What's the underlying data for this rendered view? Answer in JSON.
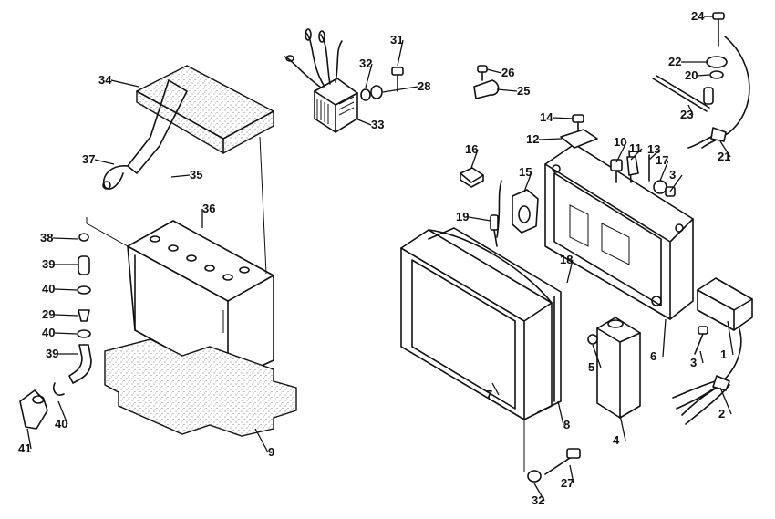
{
  "callouts": [
    {
      "id": "c1",
      "text": "1"
    },
    {
      "id": "c2",
      "text": "2"
    },
    {
      "id": "c3a",
      "text": "3"
    },
    {
      "id": "c3b",
      "text": "3"
    },
    {
      "id": "c4",
      "text": "4"
    },
    {
      "id": "c5",
      "text": "5"
    },
    {
      "id": "c6",
      "text": "6"
    },
    {
      "id": "c7",
      "text": "7"
    },
    {
      "id": "c8",
      "text": "8"
    },
    {
      "id": "c9",
      "text": "9"
    },
    {
      "id": "c10",
      "text": "10"
    },
    {
      "id": "c11",
      "text": "11"
    },
    {
      "id": "c12",
      "text": "12"
    },
    {
      "id": "c13",
      "text": "13"
    },
    {
      "id": "c14",
      "text": "14"
    },
    {
      "id": "c15",
      "text": "15"
    },
    {
      "id": "c16",
      "text": "16"
    },
    {
      "id": "c17",
      "text": "17"
    },
    {
      "id": "c18",
      "text": "18"
    },
    {
      "id": "c19",
      "text": "19"
    },
    {
      "id": "c20",
      "text": "20"
    },
    {
      "id": "c21",
      "text": "21"
    },
    {
      "id": "c22",
      "text": "22"
    },
    {
      "id": "c23",
      "text": "23"
    },
    {
      "id": "c24",
      "text": "24"
    },
    {
      "id": "c25",
      "text": "25"
    },
    {
      "id": "c26",
      "text": "26"
    },
    {
      "id": "c27",
      "text": "27"
    },
    {
      "id": "c28",
      "text": "28"
    },
    {
      "id": "c29",
      "text": "29"
    },
    {
      "id": "c31",
      "text": "31"
    },
    {
      "id": "c32a",
      "text": "32"
    },
    {
      "id": "c32b",
      "text": "32"
    },
    {
      "id": "c33",
      "text": "33"
    },
    {
      "id": "c34",
      "text": "34"
    },
    {
      "id": "c35",
      "text": "35"
    },
    {
      "id": "c36",
      "text": "36"
    },
    {
      "id": "c37",
      "text": "37"
    },
    {
      "id": "c38",
      "text": "38"
    },
    {
      "id": "c39a",
      "text": "39"
    },
    {
      "id": "c39b",
      "text": "39"
    },
    {
      "id": "c40a",
      "text": "40"
    },
    {
      "id": "c40b",
      "text": "40"
    },
    {
      "id": "c40c",
      "text": "40"
    },
    {
      "id": "c41",
      "text": "41"
    }
  ]
}
